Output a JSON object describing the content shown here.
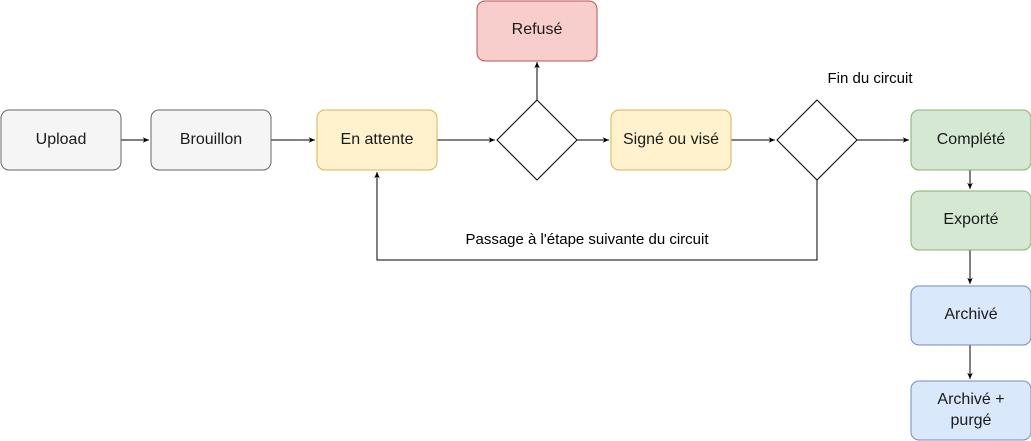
{
  "colors": {
    "gray_fill": "#f5f5f5",
    "gray_stroke": "#666666",
    "yellow_fill": "#fff2cc",
    "yellow_stroke": "#d6b656",
    "red_fill": "#f8cecc",
    "red_stroke": "#b85450",
    "green_fill": "#d5e8d4",
    "green_stroke": "#82b366",
    "blue_fill": "#dae8fc",
    "blue_stroke": "#6c8ebf",
    "line": "#000000"
  },
  "nodes": {
    "upload": "Upload",
    "brouillon": "Brouillon",
    "en_attente": "En attente",
    "refuse": "Refusé",
    "signe_ou_vise": "Signé ou visé",
    "complete": "Complété",
    "exporte": "Exporté",
    "archive": "Archivé",
    "archive_purge_line1": "Archivé +",
    "archive_purge_line2": "purgé"
  },
  "labels": {
    "fin_du_circuit": "Fin du circuit",
    "passage": "Passage à l'étape suivante du circuit"
  }
}
